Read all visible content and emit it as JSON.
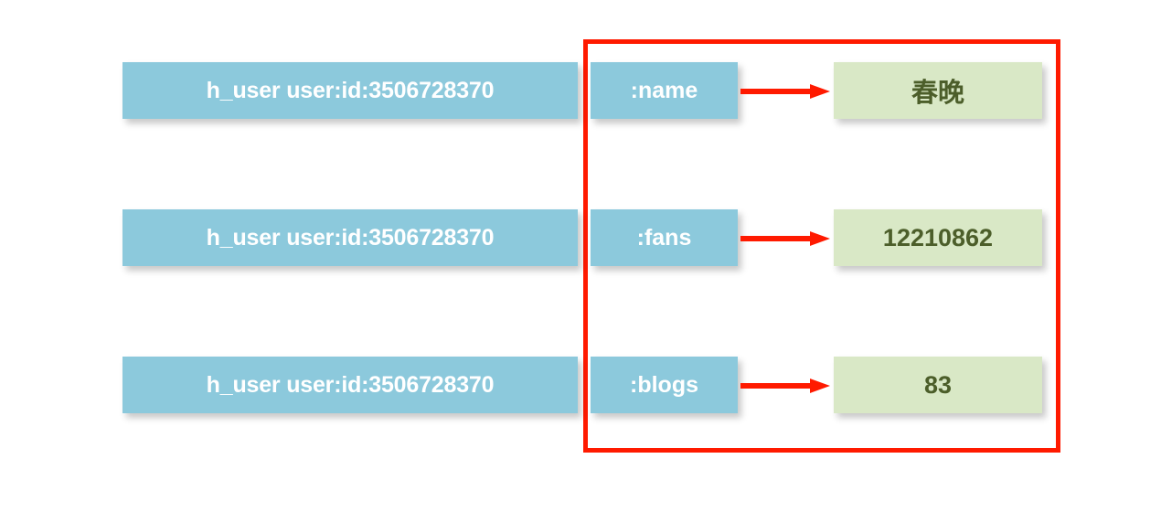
{
  "diagram": {
    "type": "redis-hash-structure",
    "highlight": {
      "color": "#FF1A00",
      "name": "field-value-highlight-box"
    },
    "colors": {
      "key_box": "#8CC9DC",
      "field_box": "#8CC9DC",
      "value_box": "#D9E8C6",
      "value_text": "#4C5E2A",
      "key_text": "#FFFFFF",
      "arrow": "#FF1A00"
    },
    "rows": [
      {
        "key": "h_user user:id:3506728370",
        "field": ":name",
        "value": "春晚",
        "arrow": "arrow-right-icon"
      },
      {
        "key": "h_user user:id:3506728370",
        "field": ":fans",
        "value": "12210862",
        "arrow": "arrow-right-icon"
      },
      {
        "key": "h_user user:id:3506728370",
        "field": ":blogs",
        "value": "83",
        "arrow": "arrow-right-icon"
      }
    ]
  }
}
